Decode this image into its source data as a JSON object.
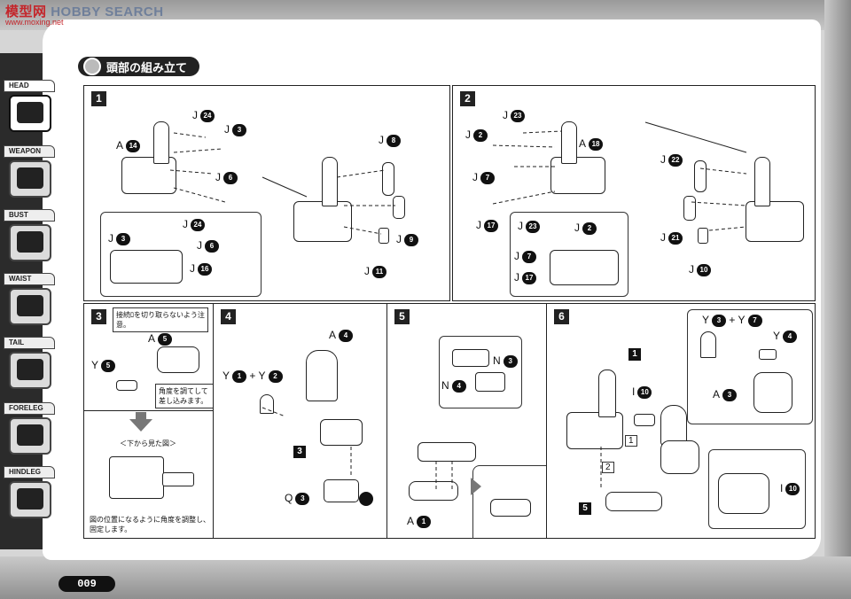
{
  "watermark": {
    "red": "模型网",
    "blue": "HOBBY SEARCH",
    "sub": "www.moxing.net"
  },
  "nav": [
    {
      "label": "HEAD",
      "active": true
    },
    {
      "label": "WEAPON",
      "active": false
    },
    {
      "label": "BUST",
      "active": false
    },
    {
      "label": "WAIST",
      "active": false
    },
    {
      "label": "TAIL",
      "active": false
    },
    {
      "label": "FORELEG",
      "active": false
    },
    {
      "label": "HINDLEG",
      "active": false
    }
  ],
  "title": "頭部の組み立て",
  "page_number": "009",
  "steps": {
    "s1": {
      "num": "1",
      "a": "A",
      "a_n": "14",
      "labels": [
        {
          "p": "J",
          "n": "24"
        },
        {
          "p": "J",
          "n": "3"
        },
        {
          "p": "J",
          "n": "6"
        },
        {
          "p": "J",
          "n": "16"
        },
        {
          "p": "J",
          "n": "3"
        },
        {
          "p": "J",
          "n": "24"
        },
        {
          "p": "J",
          "n": "6"
        },
        {
          "p": "J",
          "n": "16"
        },
        {
          "p": "J",
          "n": "8"
        },
        {
          "p": "J",
          "n": "9"
        },
        {
          "p": "J",
          "n": "11"
        }
      ]
    },
    "s2": {
      "num": "2",
      "a": "A",
      "a_n": "18",
      "labels": [
        {
          "p": "J",
          "n": "23"
        },
        {
          "p": "J",
          "n": "2"
        },
        {
          "p": "J",
          "n": "7"
        },
        {
          "p": "J",
          "n": "17"
        },
        {
          "p": "J",
          "n": "23"
        },
        {
          "p": "J",
          "n": "2"
        },
        {
          "p": "J",
          "n": "7"
        },
        {
          "p": "J",
          "n": "17"
        },
        {
          "p": "J",
          "n": "22"
        },
        {
          "p": "J",
          "n": "21"
        },
        {
          "p": "J",
          "n": "10"
        }
      ]
    },
    "s3": {
      "num": "3",
      "note1": "接続ﾛを切り取らないよう注意。",
      "a": "A",
      "a_n": "5",
      "y": "Y",
      "y_n": "5",
      "note2": "角度を調てして差し込みます。",
      "bottom_title": "＜下から見た図＞",
      "note3": "図の位置になるように角度を調整し、固定します。"
    },
    "s4": {
      "num": "4",
      "a": "A",
      "a_n": "4",
      "y1": "Y",
      "y1_n": "1",
      "plus": "+",
      "y2": "Y",
      "y2_n": "2",
      "box": "3",
      "q": "Q",
      "q_n": "3"
    },
    "s5": {
      "num": "5",
      "n1": "N",
      "n1_n": "3",
      "n2": "N",
      "n2_n": "4",
      "a": "A",
      "a_n": "1"
    },
    "s6": {
      "num": "6",
      "box1": "1",
      "i": "I",
      "i_n": "10",
      "box5": "5",
      "y3": "Y",
      "y3_n": "3",
      "plus": "+",
      "y7": "Y",
      "y7_n": "7",
      "y4": "Y",
      "y4_n": "4",
      "a": "A",
      "a_n": "3",
      "i2": "I",
      "i2_n": "10",
      "mark1": "1",
      "mark2": "2"
    }
  }
}
